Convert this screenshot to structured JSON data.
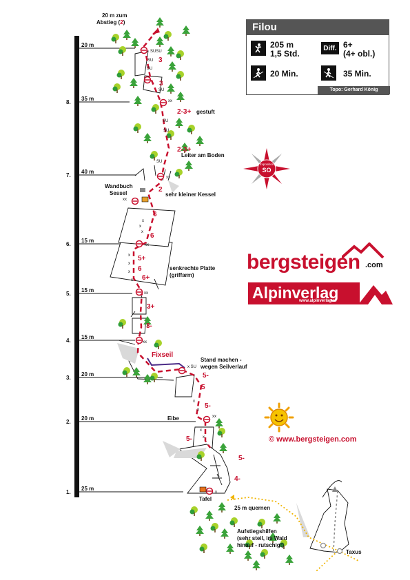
{
  "card": {
    "title": "Filou",
    "length": "205 m",
    "time": "1,5 Std.",
    "diff_label": "Diff.",
    "grade": "6+",
    "grade_obl": "(4+ obl.)",
    "approach": "20 Min.",
    "descent_time": "35 Min.",
    "credit": "Topo: Gerhard König"
  },
  "compass": {
    "label": "Exposition",
    "direction": "SO"
  },
  "brand": {
    "name": "bergsteigen",
    "suffix": ".com",
    "publisher": "Alpinverlag",
    "publisher_url": "www.alpinverlag.at",
    "copyright": "©  www.bergsteigen.com"
  },
  "pitches": [
    {
      "num": "",
      "len": "20 m"
    },
    {
      "num": "8.",
      "len": "35 m"
    },
    {
      "num": "7.",
      "len": "40 m"
    },
    {
      "num": "6.",
      "len": "15 m"
    },
    {
      "num": "5.",
      "len": "15 m"
    },
    {
      "num": "4.",
      "len": "15 m"
    },
    {
      "num": "3.",
      "len": "20 m"
    },
    {
      "num": "2.",
      "len": "20 m"
    },
    {
      "num": "1.",
      "len": "25 m"
    }
  ],
  "grades": [
    "3",
    "3",
    "2-3+",
    "2-3+",
    "2",
    "6",
    "6",
    "5+",
    "6",
    "6+",
    "3+",
    "3-",
    "5-",
    "5",
    "5-",
    "5-",
    "5-",
    "4-"
  ],
  "labels": {
    "descent": "20 m zum",
    "descent2": "Abstieg (",
    "descent2_num": "2",
    "descent2_end": ")",
    "gestuft": "gestuft",
    "leiter": "Leiter am Boden",
    "wandbuch": "Wandbuch",
    "sessel": "Sessel",
    "kessel": "sehr kleiner Kessel",
    "platte1": "senkrechte Platte",
    "platte2": "(griffarm)",
    "fixseil": "Fixseil",
    "stand1": "Stand machen -",
    "stand2": "wegen Seilverlauf",
    "eibe": "Eibe",
    "tafel": "Tafel",
    "quernen": "25 m quernen",
    "hilfen1": "Aufstiegshilfen",
    "hilfen2": "(sehr steil, im Wald",
    "hilfen3": "hinauf - rutschig!)",
    "taxus": "Taxus"
  },
  "marks": {
    "su": "SU",
    "susu": "SUSU",
    "xx": "xx",
    "xsu": "x SU",
    "x": "x"
  }
}
